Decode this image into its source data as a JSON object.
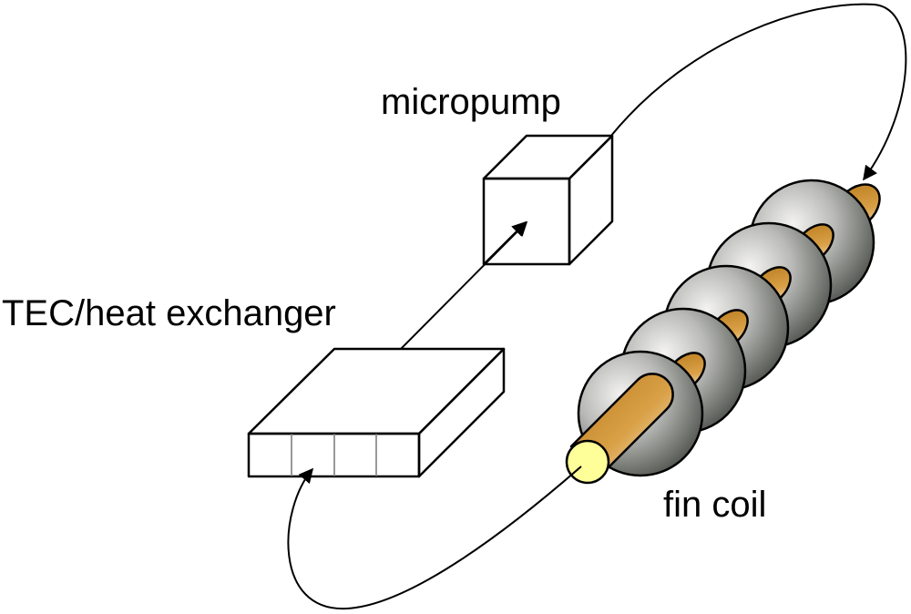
{
  "diagram": {
    "title": "Closed-loop fin coil cooling system",
    "labels": {
      "micropump": "micropump",
      "heat_exchanger": "TEC/heat exchanger",
      "fin_coil": "fin coil"
    },
    "components": [
      {
        "id": "micropump",
        "shape": "cube",
        "color": "#ccccff"
      },
      {
        "id": "heat_exchanger",
        "shape": "slab",
        "color": "#ffffff",
        "channels": 4
      },
      {
        "id": "fin_coil",
        "shape": "finned-tube",
        "fin_count": 5,
        "fin_color": "#9a9c98",
        "tube_color": "#c98f30",
        "tube_end_color": "#ffff99"
      }
    ],
    "flows": [
      {
        "from": "heat_exchanger",
        "to": "micropump"
      },
      {
        "from": "micropump",
        "to": "fin_coil"
      },
      {
        "from": "fin_coil",
        "to": "heat_exchanger"
      }
    ]
  }
}
